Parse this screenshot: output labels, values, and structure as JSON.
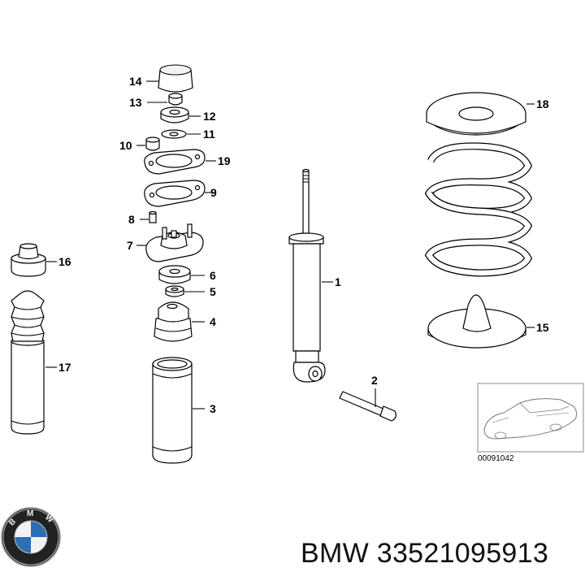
{
  "diagram": {
    "callouts": {
      "c1": "1",
      "c2": "2",
      "c3": "3",
      "c4": "4",
      "c5": "5",
      "c6": "6",
      "c7": "7",
      "c8": "8",
      "c9": "9",
      "c10": "10",
      "c11": "11",
      "c12": "12",
      "c13": "13",
      "c14": "14",
      "c15": "15",
      "c16": "16",
      "c17": "17",
      "c18": "18",
      "c19": "19"
    },
    "reference_number": "00091042"
  },
  "logo": {
    "icon": "bmw-roundel-icon",
    "lettering": "BMW"
  },
  "caption": {
    "brand": "BMW",
    "part_number": "33521095913"
  }
}
